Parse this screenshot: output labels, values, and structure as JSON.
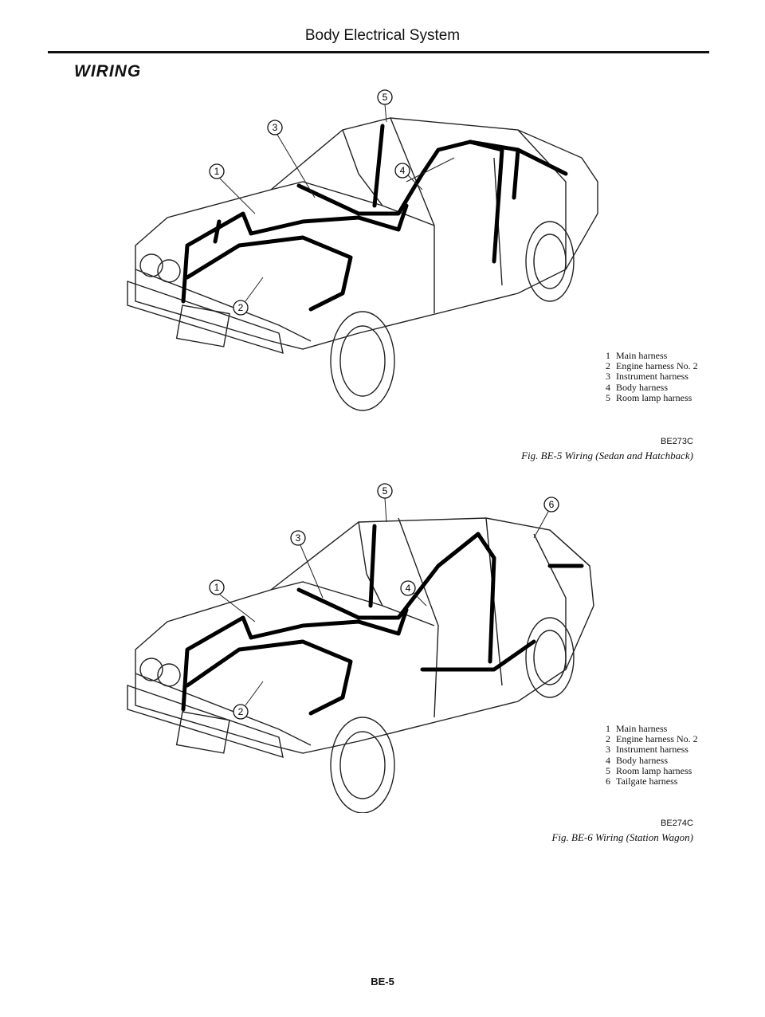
{
  "header": {
    "title": "Body Electrical System"
  },
  "section": {
    "title": "WIRING"
  },
  "figure1": {
    "legend": [
      {
        "num": "1",
        "label": "Main harness"
      },
      {
        "num": "2",
        "label": "Engine harness No. 2"
      },
      {
        "num": "3",
        "label": "Instrument harness"
      },
      {
        "num": "4",
        "label": "Body harness"
      },
      {
        "num": "5",
        "label": "Room lamp harness"
      }
    ],
    "callouts": [
      "1",
      "2",
      "3",
      "4",
      "5"
    ],
    "code": "BE273C",
    "caption": "Fig. BE-5  Wiring (Sedan and Hatchback)"
  },
  "figure2": {
    "legend": [
      {
        "num": "1",
        "label": "Main harness"
      },
      {
        "num": "2",
        "label": "Engine harness No. 2"
      },
      {
        "num": "3",
        "label": "Instrument harness"
      },
      {
        "num": "4",
        "label": "Body harness"
      },
      {
        "num": "5",
        "label": "Room lamp harness"
      },
      {
        "num": "6",
        "label": "Tailgate harness"
      }
    ],
    "callouts": [
      "1",
      "2",
      "3",
      "4",
      "5",
      "6"
    ],
    "code": "BE274C",
    "caption": "Fig. BE-6  Wiring (Station Wagon)"
  },
  "footer": {
    "page": "BE-5"
  }
}
